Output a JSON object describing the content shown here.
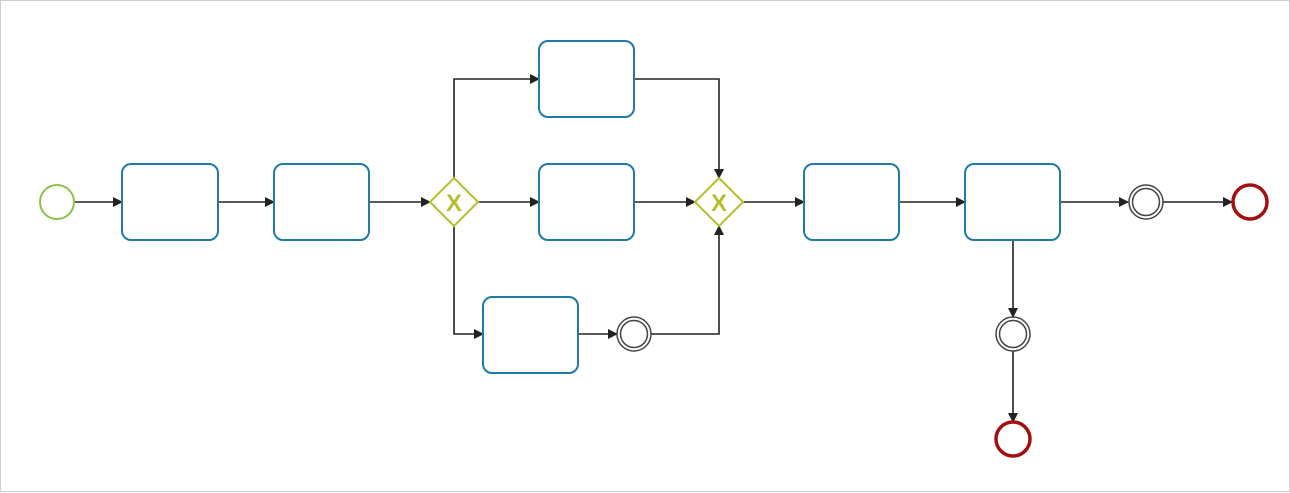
{
  "diagram": {
    "type": "bpmn-process",
    "colors": {
      "task_stroke": "#1f7ba6",
      "start_event": "#8bc34a",
      "end_event": "#a30f0f",
      "gateway": "#b5bf2e",
      "intermediate_event": "#444444",
      "flow": "#222222"
    },
    "nodes": [
      {
        "id": "start-event",
        "kind": "start-event",
        "label": ""
      },
      {
        "id": "task-1",
        "kind": "task",
        "label": ""
      },
      {
        "id": "task-2",
        "kind": "task",
        "label": ""
      },
      {
        "id": "exclusive-gateway-split",
        "kind": "exclusive-gateway",
        "symbol": "X"
      },
      {
        "id": "task-top-branch",
        "kind": "task",
        "label": ""
      },
      {
        "id": "task-middle-branch",
        "kind": "task",
        "label": ""
      },
      {
        "id": "task-bottom-branch",
        "kind": "task",
        "label": ""
      },
      {
        "id": "intermediate-event-bottom-branch",
        "kind": "intermediate-event"
      },
      {
        "id": "exclusive-gateway-merge",
        "kind": "exclusive-gateway",
        "symbol": "X"
      },
      {
        "id": "task-3",
        "kind": "task",
        "label": ""
      },
      {
        "id": "task-4",
        "kind": "task",
        "label": ""
      },
      {
        "id": "intermediate-event-right",
        "kind": "intermediate-event"
      },
      {
        "id": "end-event-right",
        "kind": "end-event"
      },
      {
        "id": "intermediate-event-down",
        "kind": "intermediate-event"
      },
      {
        "id": "end-event-bottom",
        "kind": "end-event"
      }
    ],
    "flows": [
      {
        "from": "start-event",
        "to": "task-1"
      },
      {
        "from": "task-1",
        "to": "task-2"
      },
      {
        "from": "task-2",
        "to": "exclusive-gateway-split"
      },
      {
        "from": "exclusive-gateway-split",
        "to": "task-top-branch"
      },
      {
        "from": "exclusive-gateway-split",
        "to": "task-middle-branch"
      },
      {
        "from": "exclusive-gateway-split",
        "to": "task-bottom-branch"
      },
      {
        "from": "task-top-branch",
        "to": "exclusive-gateway-merge"
      },
      {
        "from": "task-middle-branch",
        "to": "exclusive-gateway-merge"
      },
      {
        "from": "task-bottom-branch",
        "to": "intermediate-event-bottom-branch"
      },
      {
        "from": "intermediate-event-bottom-branch",
        "to": "exclusive-gateway-merge"
      },
      {
        "from": "exclusive-gateway-merge",
        "to": "task-3"
      },
      {
        "from": "task-3",
        "to": "task-4"
      },
      {
        "from": "task-4",
        "to": "intermediate-event-right"
      },
      {
        "from": "intermediate-event-right",
        "to": "end-event-right"
      },
      {
        "from": "task-4",
        "to": "intermediate-event-down"
      },
      {
        "from": "intermediate-event-down",
        "to": "end-event-bottom"
      }
    ]
  }
}
